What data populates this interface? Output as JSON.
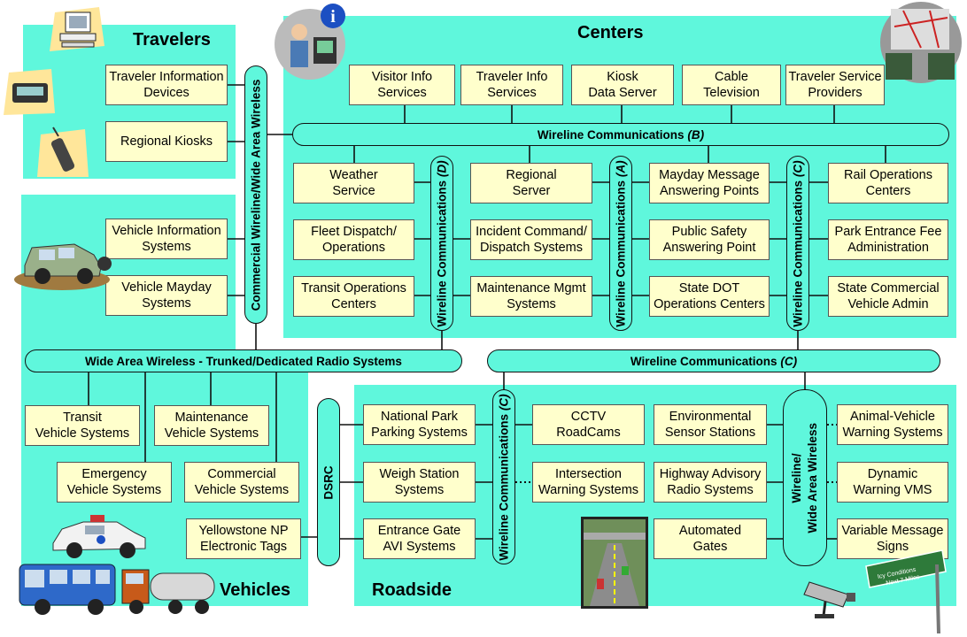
{
  "regions": {
    "travelers": "Travelers",
    "centers": "Centers",
    "vehicles": "Vehicles",
    "roadside": "Roadside"
  },
  "buses": {
    "commercial_wireline_wide_area": "Commercial Wireline/Wide Area Wireless",
    "wireline_b": "Wireline Communications",
    "wireline_b_tag": "(B)",
    "wireline_d": "Wireline Communications",
    "wireline_d_tag": "(D)",
    "wireline_a": "Wireline Communications",
    "wireline_a_tag": "(A)",
    "wireline_c_center": "Wireline Communications",
    "wireline_c_center_tag": "(C)",
    "wide_area_wireless": "Wide Area Wireless - Trunked/Dedicated Radio Systems",
    "wireline_c_horizontal": "Wireline Communications",
    "wireline_c_horizontal_tag": "(C)",
    "dsrc": "DSRC",
    "wireline_c_roadside": "Wireline Communications",
    "wireline_c_roadside_tag": "(C)",
    "wireline_wide_area_wireless": "Wireline/\nWide Area Wireless"
  },
  "travelers": [
    "Traveler Information\nDevices",
    "Regional Kiosks"
  ],
  "centers": {
    "top_row": [
      "Visitor Info\nServices",
      "Traveler Info\nServices",
      "Kiosk\nData Server",
      "Cable\nTelevision",
      "Traveler Service\nProviders"
    ],
    "col1": [
      "Weather\nService",
      "Fleet Dispatch/\nOperations",
      "Transit Operations\nCenters"
    ],
    "col2": [
      "Regional\nServer",
      "Incident Command/\nDispatch Systems",
      "Maintenance Mgmt\nSystems"
    ],
    "col3": [
      "Mayday Message\nAnswering Points",
      "Public Safety\nAnswering Point",
      "State DOT\nOperations Centers"
    ],
    "col4": [
      "Rail Operations\nCenters",
      "Park Entrance Fee\nAdministration",
      "State Commercial\nVehicle Admin"
    ]
  },
  "vehicles": {
    "upper": [
      "Vehicle Information\nSystems",
      "Vehicle Mayday\nSystems"
    ],
    "lower": [
      "Transit\nVehicle Systems",
      "Maintenance\nVehicle Systems",
      "Emergency\nVehicle Systems",
      "Commercial\nVehicle Systems",
      "Yellowstone NP\nElectronic Tags"
    ]
  },
  "roadside": {
    "left": [
      "National Park\nParking Systems",
      "Weigh Station\nSystems",
      "Entrance Gate\nAVI Systems"
    ],
    "mid": [
      "CCTV\nRoadCams",
      "Intersection\nWarning Systems"
    ],
    "mid2": [
      "Environmental\nSensor Stations",
      "Highway Advisory\nRadio Systems",
      "Automated\nGates"
    ],
    "right": [
      "Animal-Vehicle\nWarning Systems",
      "Dynamic\nWarning VMS",
      "Variable Message\nSigns"
    ]
  },
  "sign_text": "Icy Conditions\nNext 7 Miles",
  "icons": [
    "desktop-computer-icon",
    "pager-icon",
    "cell-phone-icon",
    "info-operator-icon",
    "traffic-control-room-icon",
    "suv-icon",
    "police-car-icon",
    "transit-bus-icon",
    "tanker-truck-icon",
    "highway-camera-view-icon",
    "cctv-camera-icon",
    "road-sign-icon"
  ],
  "colors": {
    "region": "#5ff7dc",
    "box": "#ffffcc",
    "line": "#111111"
  }
}
